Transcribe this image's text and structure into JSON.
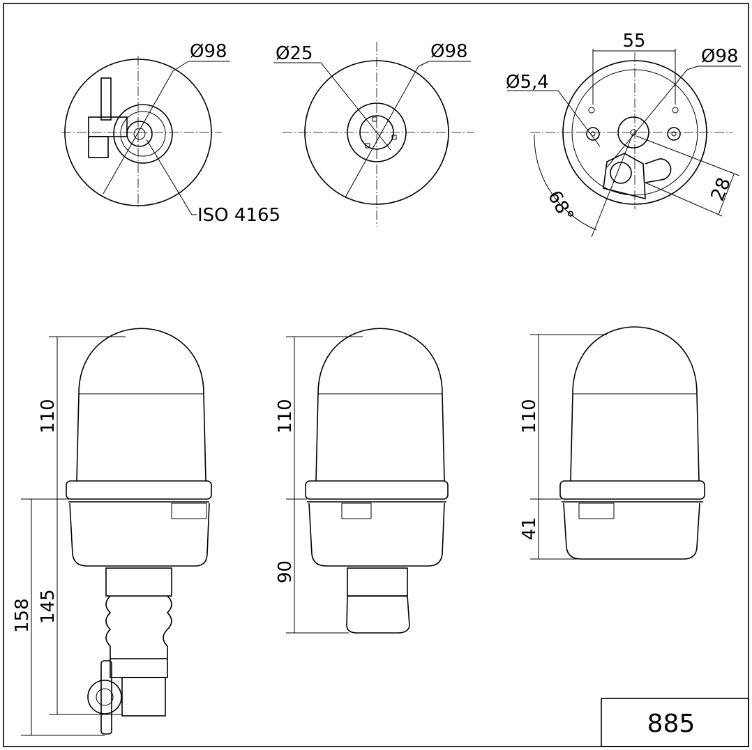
{
  "top_views": {
    "left": {
      "diameter": "Ø98",
      "standard": "ISO 4165"
    },
    "middle": {
      "inner_diameter": "Ø25",
      "diameter": "Ø98"
    },
    "right": {
      "spacing": "55",
      "hole": "Ø5,4",
      "diameter": "Ø98",
      "angle": "68°",
      "offset": "28"
    }
  },
  "side_views": {
    "left": {
      "dome_height": "110",
      "lower_height": "145",
      "total_lower": "158"
    },
    "middle": {
      "dome_height": "110",
      "lower_height": "90"
    },
    "right": {
      "dome_height": "110",
      "lower_height": "41"
    }
  },
  "title_block": {
    "number": "885"
  }
}
